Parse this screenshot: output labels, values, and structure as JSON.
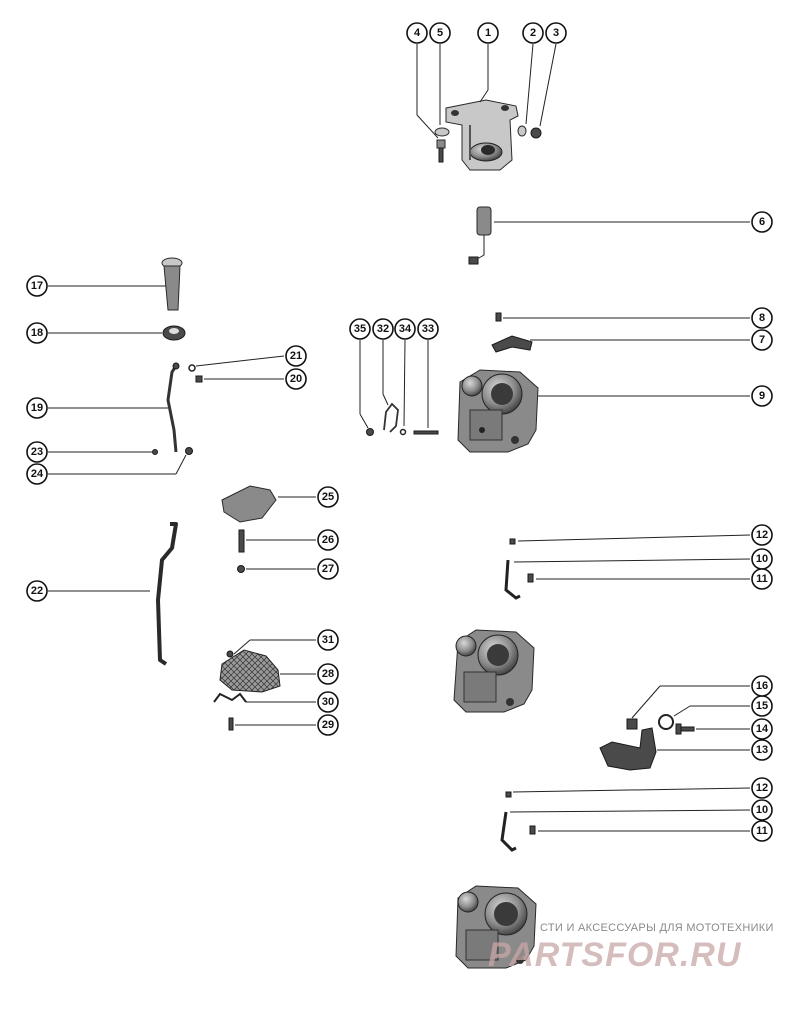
{
  "callouts": [
    "1",
    "2",
    "3",
    "4",
    "5",
    "6",
    "7",
    "8",
    "9",
    "10",
    "11",
    "12",
    "13",
    "14",
    "15",
    "16",
    "17",
    "18",
    "19",
    "20",
    "21",
    "22",
    "23",
    "24",
    "25",
    "26",
    "27",
    "28",
    "29",
    "30",
    "31",
    "32",
    "33",
    "34",
    "35"
  ],
  "callouts_lower": [
    "12",
    "10",
    "11"
  ],
  "watermark": {
    "caption": "СТИ И АКСЕССУАРЫ ДЛЯ МОТОТЕХНИКИ",
    "logo": "PARTSFOR.RU"
  },
  "colors": {
    "ink": "#111111",
    "part_fill": "#8a8a8a",
    "watermark_logo": "#c9a7a7"
  }
}
